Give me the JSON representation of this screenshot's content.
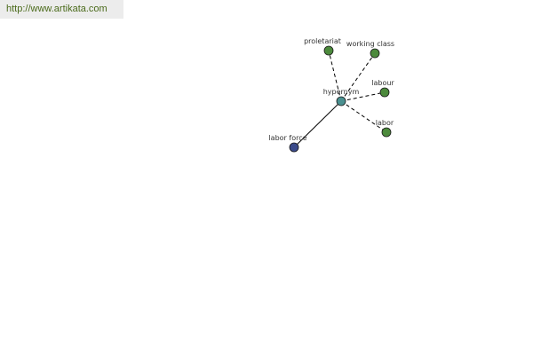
{
  "source": {
    "url": "http://www.artikata.com"
  },
  "colors": {
    "related_node": "#4c8a3c",
    "center_node": "#4a9090",
    "hypernym_node": "#3a4a8a",
    "edge": "#000000",
    "banner_text": "#4a6a1a"
  },
  "graph": {
    "center": {
      "label": "hypernym"
    },
    "nodes": [
      {
        "label": "proletariat",
        "relation": "dashed"
      },
      {
        "label": "working class",
        "relation": "dashed"
      },
      {
        "label": "labour",
        "relation": "dashed"
      },
      {
        "label": "labor",
        "relation": "dashed"
      },
      {
        "label": "labor force",
        "relation": "solid"
      }
    ]
  }
}
